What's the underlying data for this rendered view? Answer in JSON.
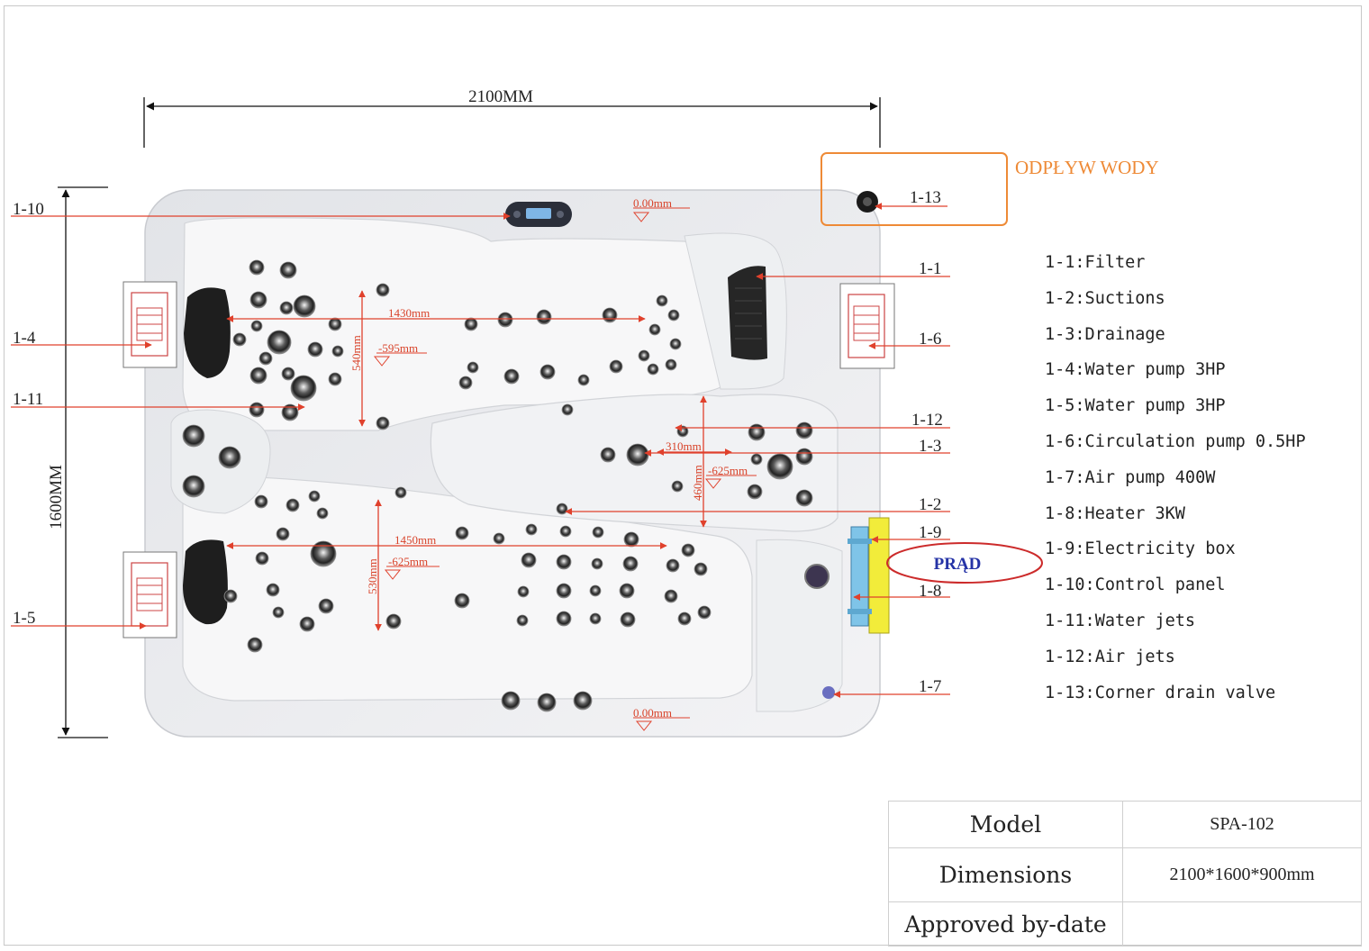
{
  "dimensions": {
    "width_label": "2100MM",
    "height_label": "1600MM"
  },
  "drain_note": {
    "label": "ODPŁYW WODY",
    "color": "#ee8a36"
  },
  "power_note": {
    "label": "PRĄD",
    "color": "#cc2b2b",
    "text_color": "#2533a6"
  },
  "callouts": {
    "c1_10": "1-10",
    "c1_4": "1-4",
    "c1_11": "1-11",
    "c1_5": "1-5",
    "c1_13": "1-13",
    "c1_1": "1-1",
    "c1_6": "1-6",
    "c1_12": "1-12",
    "c1_3": "1-3",
    "c1_2": "1-2",
    "c1_9": "1-9",
    "c1_8": "1-8",
    "c1_7": "1-7"
  },
  "measurements": {
    "top_level": "0.00mm",
    "bottom_level": "0.00mm",
    "seat1_length": "1430mm",
    "seat1_width": "540mm",
    "seat1_depth": "-595mm",
    "seat2_length": "1450mm",
    "seat2_width": "530mm",
    "seat2_depth": "-625mm",
    "seat3_length": "310mm",
    "seat3_width": "460mm",
    "seat3_depth": "-625mm"
  },
  "legend": [
    "1-1:Filter",
    "1-2:Suctions",
    "1-3:Drainage",
    "1-4:Water pump 3HP",
    "1-5:Water pump 3HP",
    "1-6:Circulation pump 0.5HP",
    "1-7:Air pump 400W",
    "1-8:Heater 3KW",
    "1-9:Electricity box",
    "1-10:Control panel",
    "1-11:Water jets",
    "1-12:Air jets",
    "1-13:Corner drain valve"
  ],
  "spec_table": {
    "model_label": "Model",
    "model_value": "SPA-102",
    "dimensions_label": "Dimensions",
    "dimensions_value": "2100*1600*900mm",
    "approved_label": "Approved by-date",
    "approved_value": ""
  },
  "colors": {
    "arrow": "#e0412c",
    "accent_orange": "#ee8a36",
    "heater_yellow": "#f2ec3a",
    "heater_blue": "#7fc4e8"
  }
}
